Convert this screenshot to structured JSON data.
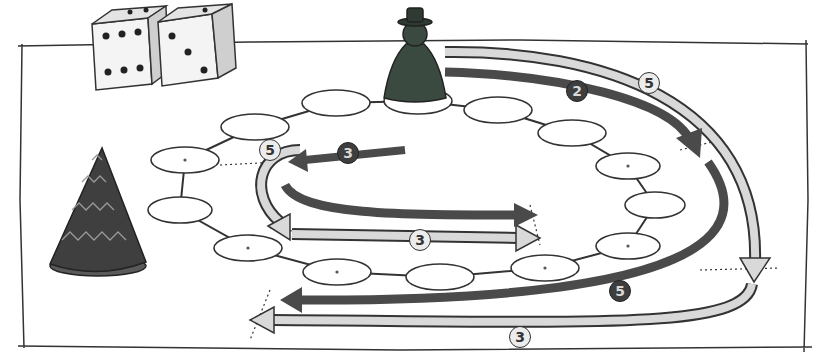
{
  "diagram": {
    "labels": [
      "5",
      "2",
      "5",
      "3",
      "3",
      "5",
      "3"
    ]
  }
}
